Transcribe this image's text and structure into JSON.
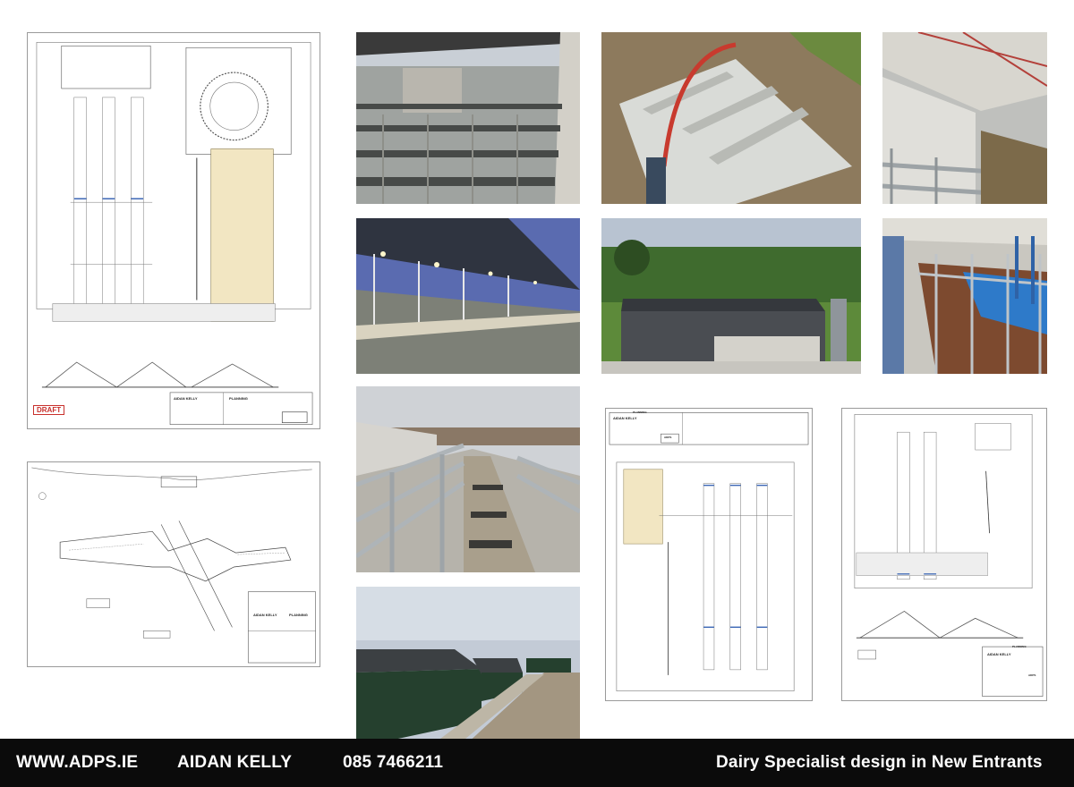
{
  "footer": {
    "website": "WWW.ADPS.IE",
    "name": "AIDAN KELLY",
    "phone": "085 7466211",
    "tagline": "Dairy Specialist design in New Entrants"
  },
  "drawing_main": {
    "stamp": "DRAFT",
    "company": "AIDAN KELLY",
    "label": "PLANNING"
  },
  "drawing_site": {
    "company": "AIDAN KELLY",
    "label": "PLANNING"
  },
  "drawing_plan_2": {
    "company": "AIDAN KELLY",
    "label": "PLANNING",
    "ref": "ADPS"
  },
  "drawing_plan_3": {
    "company": "AIDAN KELLY",
    "label": "PLANNING",
    "ref": "ADPS"
  },
  "colors": {
    "accent": "#c8302c",
    "footer_bg": "#0b0b0b",
    "hatch": "#f2e6c2"
  },
  "photos": [
    "slatted-shed-interior",
    "concrete-tank-pour",
    "feed-barrier-rail",
    "lit-shed-dusk",
    "aerial-farm-building",
    "milking-parlour",
    "cattle-crush-race",
    "green-shed-exterior"
  ]
}
